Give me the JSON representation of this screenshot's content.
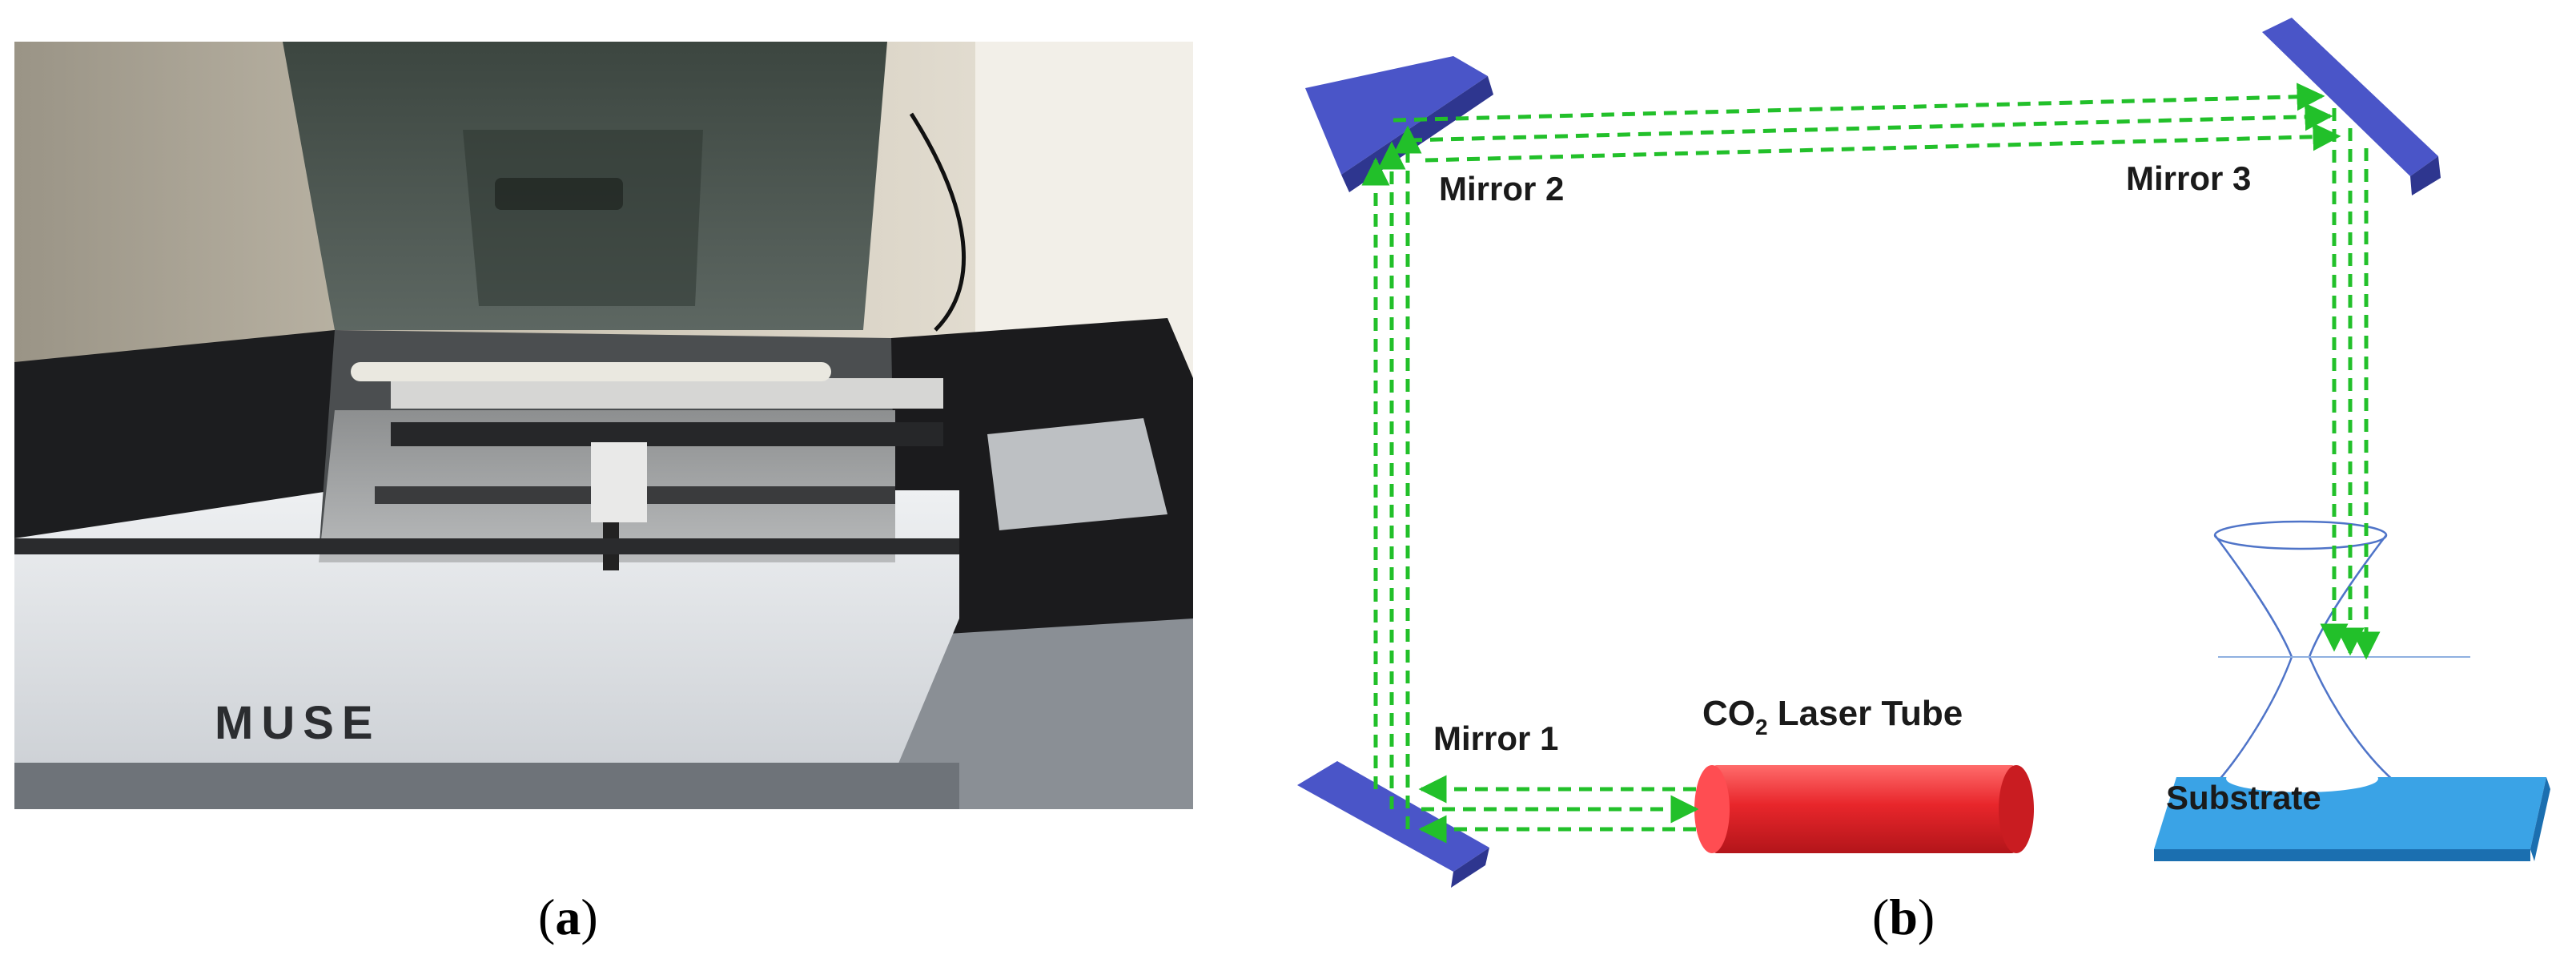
{
  "panel_a": {
    "caption_open": "(",
    "caption_letter": "a",
    "caption_close": ")",
    "machine_logo": "MUSE",
    "description": "Photograph of the Muse CO2 laser cutter with the tinted lid open"
  },
  "panel_b": {
    "caption_open": "(",
    "caption_letter": "b",
    "caption_close": ")",
    "labels": {
      "mirror_1": "Mirror 1",
      "mirror_2": "Mirror 2",
      "mirror_3": "Mirror 3",
      "laser_tube_prefix": "CO",
      "laser_tube_subscript": "2",
      "laser_tube_suffix": " Laser Tube",
      "substrate": "Substrate"
    },
    "colors": {
      "beam": "#22c02a",
      "mirror": "#4a55c8",
      "laser_tube": "#e8262b",
      "substrate": "#2b8fd6"
    }
  }
}
